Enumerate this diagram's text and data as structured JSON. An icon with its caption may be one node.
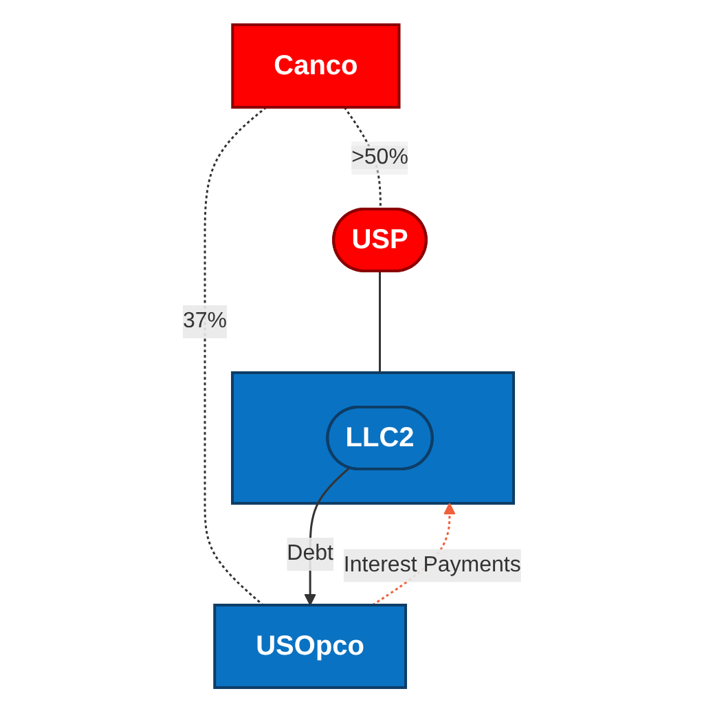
{
  "diagram": {
    "nodes": [
      {
        "text": [
          "Canco"
        ]
      },
      {
        "text": [
          "USP"
        ]
      },
      {
        "text": [
          "USOpco"
        ]
      },
      {
        "text": [],
        "shape": "box"
      },
      {
        "text": [
          "LLC2"
        ],
        "in": 3
      }
    ],
    "edges": [
      {
        "from": 0,
        "to": 1,
        "arrow": "none",
        "label": ">50%",
        "style": "dashed"
      },
      {
        "from": 0,
        "to": 2,
        "arrow": "none",
        "label": "37%",
        "style": "dashed"
      },
      {
        "from": 1,
        "to": 3,
        "arrow": "none"
      },
      {
        "from": 2,
        "to": 3,
        "arrow": "to",
        "label": "Interest Payments",
        "style": "dashed",
        "color": "#f0603a"
      },
      {
        "from": 4,
        "to": 2,
        "arrow": "to",
        "label": "Debt"
      }
    ]
  }
}
